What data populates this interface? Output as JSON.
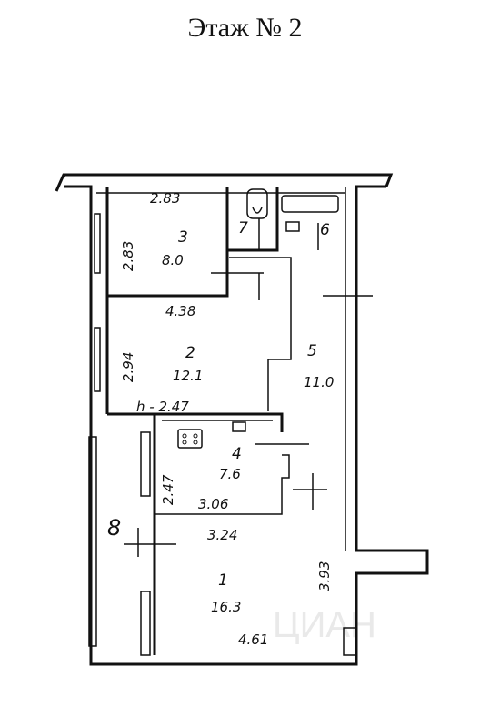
{
  "title": "Этаж № 2",
  "watermark": "ЦИАН",
  "rooms": [
    {
      "id": "1",
      "area": "16.3"
    },
    {
      "id": "2",
      "area": "12.1"
    },
    {
      "id": "3",
      "area": "8.0"
    },
    {
      "id": "4",
      "area": "7.6"
    },
    {
      "id": "5",
      "area": "11.0"
    },
    {
      "id": "6"
    },
    {
      "id": "7"
    },
    {
      "id": "8"
    }
  ],
  "dimensions": {
    "room3_top": "2.83",
    "room3_side": "2.83",
    "room2_top": "4.38",
    "room2_side": "2.94",
    "ceiling_height": "h - 2.47",
    "room4_side": "2.47",
    "room4_bottom": "3.06",
    "room1_top": "3.24",
    "room1_side": "3.93",
    "room1_bottom": "4.61"
  }
}
